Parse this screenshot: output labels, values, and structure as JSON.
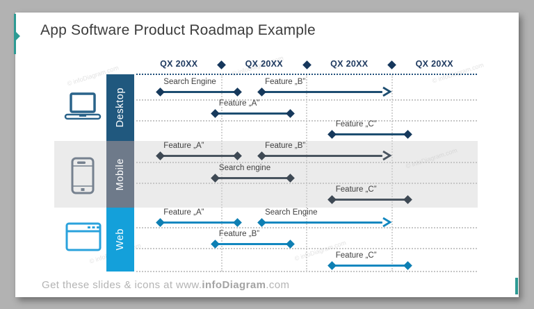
{
  "slide": {
    "title": "App Software Product Roadmap Example",
    "footer": {
      "prefix": "Get these slides & icons at www.",
      "brand": "infoDiagram",
      "suffix": ".com"
    },
    "watermark_text": "© infoDiagram.com"
  },
  "colors": {
    "accent_teal": "#2c9a93",
    "timeline_text": "#1f3a60",
    "timeline_diamond": "#16375c",
    "timeline_dotted_line": "#1f4e79",
    "grid_dotted": "#c6c6c6",
    "bar_label_text": "#3f3f3f",
    "footer_text": "#b3b3b3"
  },
  "chart_data": {
    "type": "timeline",
    "title": "App Software Product Roadmap Example",
    "x_axis": {
      "tick_labels": [
        "QX 20XX",
        "QX 20XX",
        "QX 20XX",
        "QX 20XX"
      ],
      "range_quarters": [
        0,
        4
      ],
      "tick_separator_marker": "diamond",
      "grid": "dotted"
    },
    "lanes_per_row": 3,
    "rows": [
      {
        "label": "Desktop",
        "icon": "laptop-icon",
        "category_color": "#20587e",
        "bar_color": "#1d4d70",
        "marker_color": "#16395c",
        "band_color": "#ffffff",
        "bars": [
          {
            "label": "Search Engine",
            "lane": 0,
            "start_q": 0.28,
            "end_q": 1.19,
            "end_style": "diamond"
          },
          {
            "label": "Feature „B”",
            "lane": 0,
            "start_q": 1.47,
            "end_q": 2.97,
            "end_style": "arrow"
          },
          {
            "label": "Feature „A”",
            "lane": 1,
            "start_q": 0.93,
            "end_q": 1.81,
            "end_style": "diamond"
          },
          {
            "label": "Feature „C”",
            "lane": 2,
            "start_q": 2.3,
            "end_q": 3.19,
            "end_style": "diamond"
          }
        ]
      },
      {
        "label": "Mobile",
        "icon": "smartphone-icon",
        "category_color": "#6e7a8a",
        "bar_color": "#49545f",
        "marker_color": "#3e4954",
        "band_color": "#ebebeb",
        "bars": [
          {
            "label": "Feature „A”",
            "lane": 0,
            "start_q": 0.28,
            "end_q": 1.19,
            "end_style": "diamond"
          },
          {
            "label": "Feature „B”",
            "lane": 0,
            "start_q": 1.47,
            "end_q": 2.97,
            "end_style": "arrow"
          },
          {
            "label": "Search engine",
            "lane": 1,
            "start_q": 0.93,
            "end_q": 1.81,
            "end_style": "diamond"
          },
          {
            "label": "Feature „C”",
            "lane": 2,
            "start_q": 2.3,
            "end_q": 3.19,
            "end_style": "diamond"
          }
        ]
      },
      {
        "label": "Web",
        "icon": "browser-icon",
        "category_color": "#14a0da",
        "bar_color": "#1287bf",
        "marker_color": "#0e7fb3",
        "band_color": "#ffffff",
        "bars": [
          {
            "label": "Feature „A”",
            "lane": 0,
            "start_q": 0.28,
            "end_q": 1.19,
            "end_style": "diamond"
          },
          {
            "label": "Search Engine",
            "lane": 0,
            "start_q": 1.47,
            "end_q": 2.97,
            "end_style": "arrow"
          },
          {
            "label": "Feature „B”",
            "lane": 1,
            "start_q": 0.93,
            "end_q": 1.81,
            "end_style": "diamond"
          },
          {
            "label": "Feature „C”",
            "lane": 2,
            "start_q": 2.3,
            "end_q": 3.19,
            "end_style": "diamond"
          }
        ]
      }
    ]
  }
}
